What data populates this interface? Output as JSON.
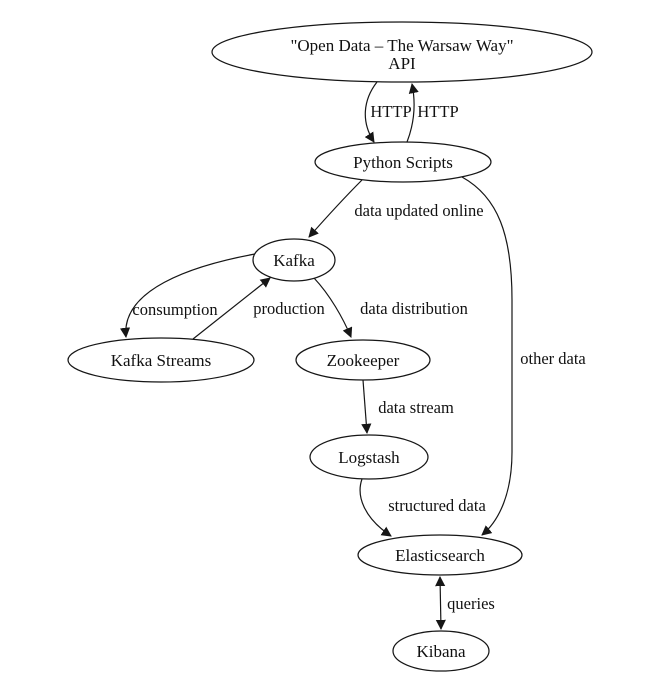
{
  "diagram": {
    "colors": {
      "background": "#ffffff",
      "stroke": "#161616",
      "text": "#111111"
    },
    "nodes": {
      "api": {
        "line1": "\"Open Data – The Warsaw Way\"",
        "line2": "API"
      },
      "python_scripts": {
        "label": "Python Scripts"
      },
      "kafka": {
        "label": "Kafka"
      },
      "kafka_streams": {
        "label": "Kafka Streams"
      },
      "zookeeper": {
        "label": "Zookeeper"
      },
      "logstash": {
        "label": "Logstash"
      },
      "elasticsearch": {
        "label": "Elasticsearch"
      },
      "kibana": {
        "label": "Kibana"
      }
    },
    "edges": [
      {
        "from": "api",
        "to": "python_scripts",
        "label": "HTTP"
      },
      {
        "from": "python_scripts",
        "to": "api",
        "label": "HTTP"
      },
      {
        "from": "python_scripts",
        "to": "kafka",
        "label": "data updated online"
      },
      {
        "from": "kafka",
        "to": "kafka_streams",
        "label": "consumption"
      },
      {
        "from": "kafka_streams",
        "to": "kafka",
        "label": "production"
      },
      {
        "from": "kafka",
        "to": "zookeeper",
        "label": "data distribution"
      },
      {
        "from": "zookeeper",
        "to": "logstash",
        "label": "data stream"
      },
      {
        "from": "logstash",
        "to": "elasticsearch",
        "label": "structured data"
      },
      {
        "from": "python_scripts",
        "to": "elasticsearch",
        "label": "other data"
      },
      {
        "from": "elasticsearch",
        "to": "kibana",
        "label": "queries",
        "bidirectional": true
      }
    ]
  }
}
